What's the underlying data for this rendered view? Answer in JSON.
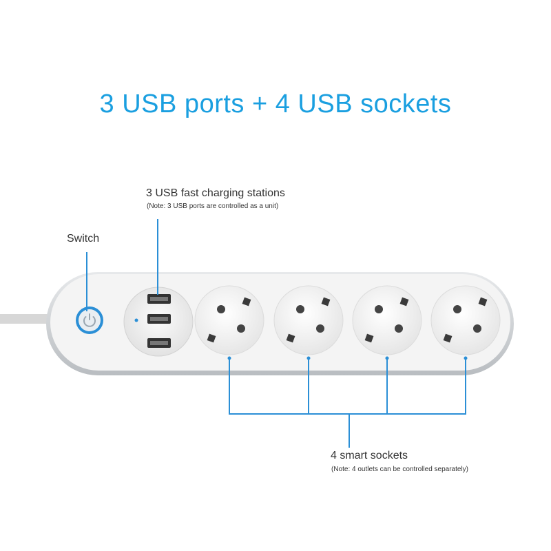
{
  "title": "3 USB ports + 4 USB sockets",
  "callouts": {
    "switch": {
      "label": "Switch"
    },
    "usb": {
      "label": "3 USB fast charging stations",
      "note": "(Note: 3 USB ports are controlled as a unit)"
    },
    "sockets": {
      "label": "4 smart sockets",
      "note": "(Note: 4 outlets can be controlled separately)"
    }
  },
  "colors": {
    "title": "#1a9fe0",
    "accent": "#2b8fd6",
    "strip_body": "#f3f3f3",
    "strip_rim": "#cfd2d5",
    "socket": "#f7f7f7"
  },
  "usb_port_count": 3,
  "socket_count": 4
}
